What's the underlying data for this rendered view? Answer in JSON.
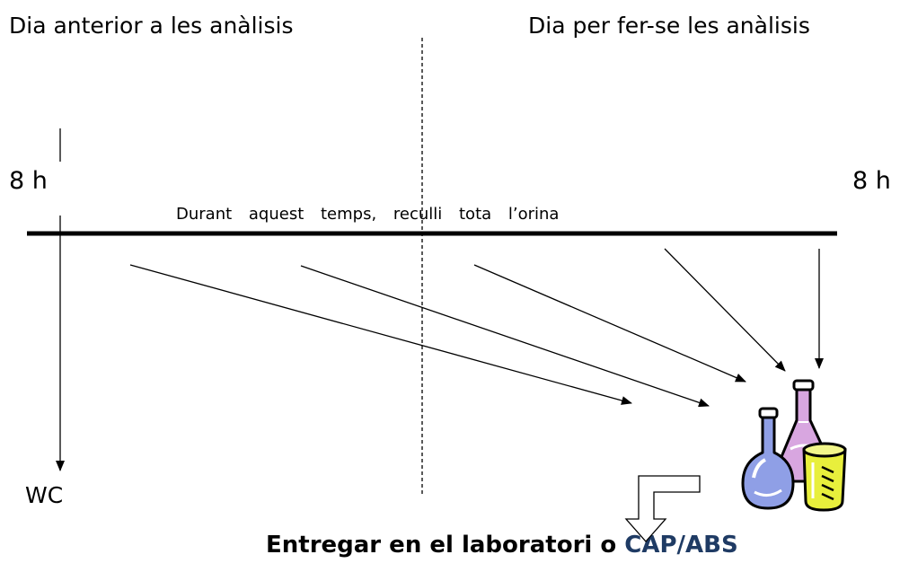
{
  "labels": {
    "previous_day": "Dia anterior a les anàlisis",
    "test_day": "Dia per fer-se les anàlisis",
    "start_time": "8 h",
    "end_time": "8 h",
    "collection_note": "Durant aquest temps, reculli tota l’orina",
    "toilet": "WC",
    "delivery": {
      "prefix": "Entregar en el laboratori o ",
      "highlight": "CAP/ABS"
    }
  },
  "colors": {
    "highlight": "#1f3b64"
  },
  "icons": [
    "lab-flasks-icon",
    "outline-arrow-icon"
  ]
}
